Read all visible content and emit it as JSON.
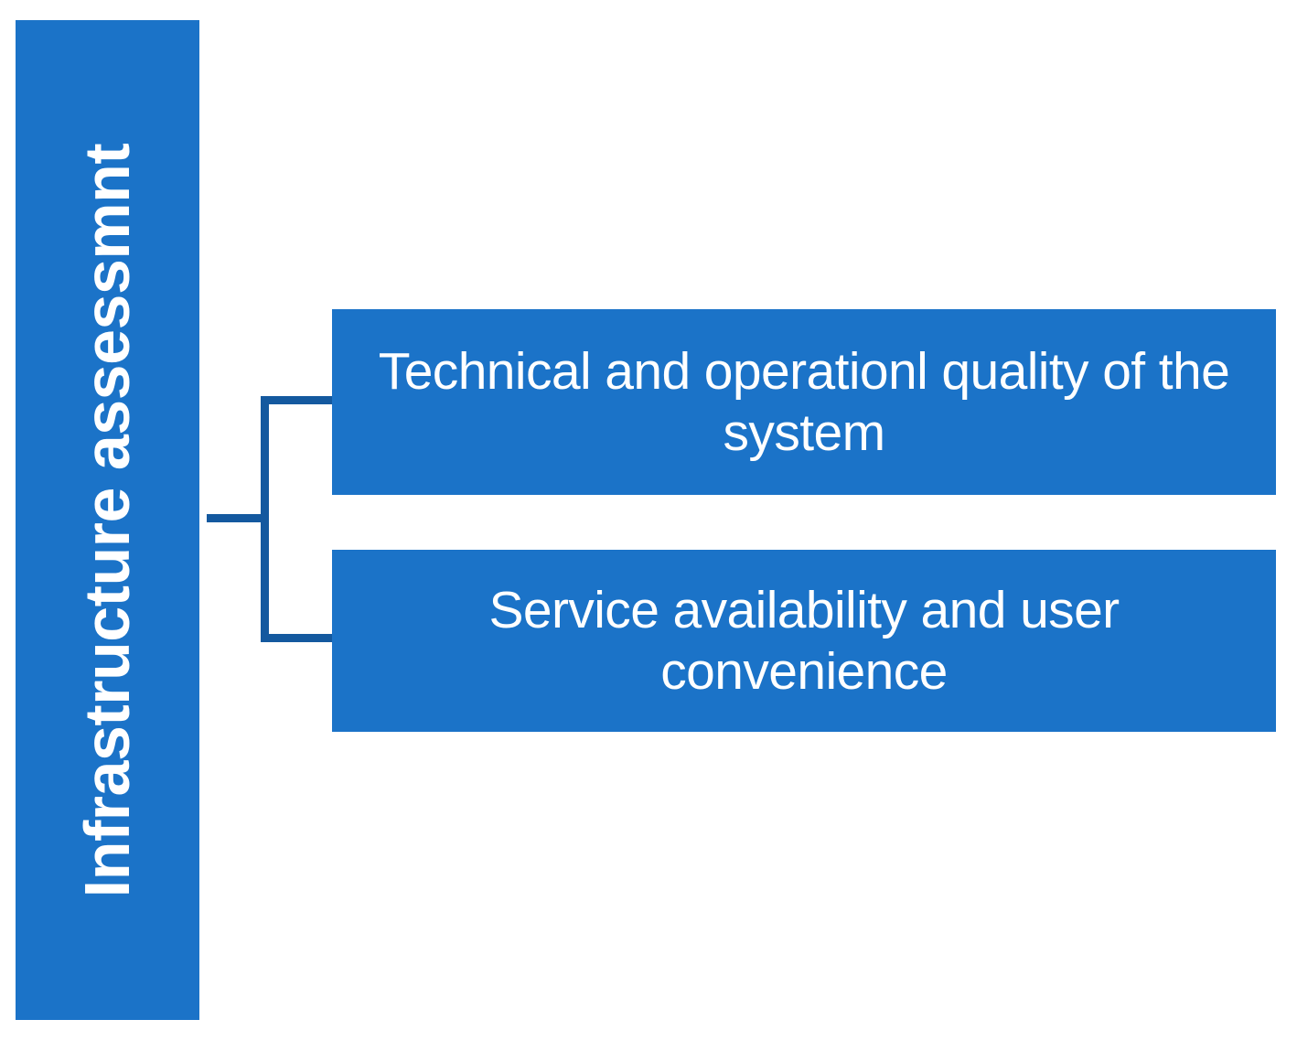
{
  "diagram": {
    "type": "hierarchy-tree",
    "orientation": "left-root-horizontal",
    "colors": {
      "node_fill": "#1b73c8",
      "node_text": "#ffffff",
      "connector": "#14599f",
      "background": "#ffffff"
    },
    "root": {
      "label": "Infrastructure assessmnt",
      "rotation": "vertical-bottom-to-top"
    },
    "children": [
      {
        "id": "technical-operational-quality",
        "label": "Technical and operationl quality of the system",
        "lines": [
          "Technical and operationl quality of",
          "the system"
        ]
      },
      {
        "id": "service-availability-convenience",
        "label": "Service availability and user convenience",
        "lines": [
          "Service availability and user",
          "convenience"
        ]
      }
    ]
  }
}
